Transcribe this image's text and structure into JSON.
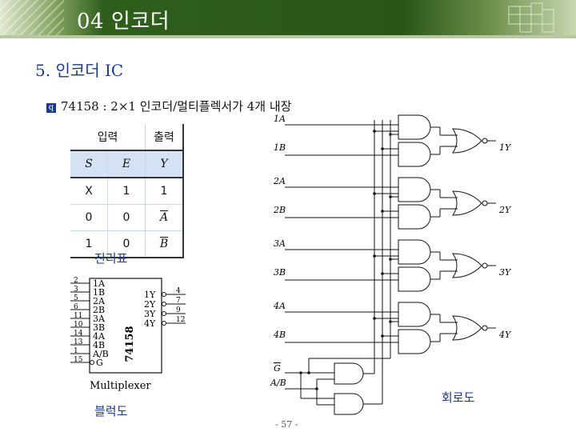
{
  "header": {
    "title": "04 인코더"
  },
  "section": {
    "title": "5. 인코더 IC"
  },
  "bullet": {
    "mark": "q",
    "text": "74158 : 2×1 인코더/멀티플렉서가 4개 내장"
  },
  "truth_table": {
    "group_headers": [
      "입력",
      "출력"
    ],
    "columns": [
      "S",
      "E",
      "Y"
    ],
    "rows": [
      [
        "X",
        "1",
        "1"
      ],
      [
        "0",
        "0",
        "A"
      ],
      [
        "1",
        "0",
        "B"
      ]
    ],
    "caption": "진리표"
  },
  "block_diagram": {
    "chip": "74158",
    "caption_title": "Multiplexer",
    "inputs": [
      {
        "pin": "2",
        "label": "1A"
      },
      {
        "pin": "3",
        "label": "1B"
      },
      {
        "pin": "5",
        "label": "2A"
      },
      {
        "pin": "6",
        "label": "2B"
      },
      {
        "pin": "11",
        "label": "3A"
      },
      {
        "pin": "10",
        "label": "3B"
      },
      {
        "pin": "14",
        "label": "4A"
      },
      {
        "pin": "13",
        "label": "4B"
      },
      {
        "pin": "1",
        "label": "A/B"
      },
      {
        "pin": "15",
        "label": "G"
      }
    ],
    "outputs": [
      {
        "pin": "4",
        "label": "1Y"
      },
      {
        "pin": "7",
        "label": "2Y"
      },
      {
        "pin": "9",
        "label": "3Y"
      },
      {
        "pin": "12",
        "label": "4Y"
      }
    ],
    "caption": "블럭도"
  },
  "circuit": {
    "inputs": [
      "1A",
      "1B",
      "2A",
      "2B",
      "3A",
      "3B",
      "4A",
      "4B"
    ],
    "outputs": [
      "1Y",
      "2Y",
      "3Y",
      "4Y"
    ],
    "control": [
      "G",
      "A/B"
    ],
    "caption": "회로도"
  },
  "footer": {
    "page": "- 57 -"
  }
}
